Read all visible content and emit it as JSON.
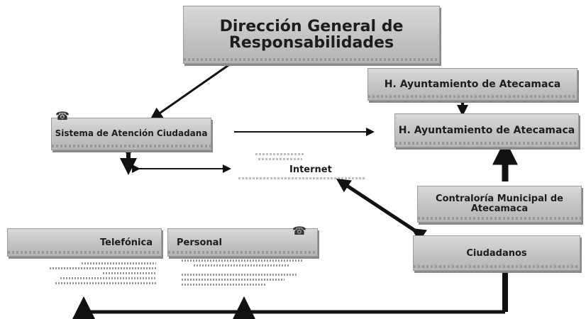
{
  "nodes": {
    "dgr": "Dirección General de Responsabilidades",
    "ayuntamiento_1": "H. Ayuntamiento de Atecamaca",
    "ayuntamiento_2": "H. Ayuntamiento de Atecamaca",
    "sistema": "Sistema de Atención Ciudadana",
    "internet": "Internet",
    "contraloria": "Contraloría Municipal de Atecamaca",
    "ciudadanos": "Ciudadanos",
    "telefonica": "Telefónica",
    "personal": "Personal"
  },
  "colors": {
    "box": "#c3c3c3",
    "arrow": "#111111"
  }
}
